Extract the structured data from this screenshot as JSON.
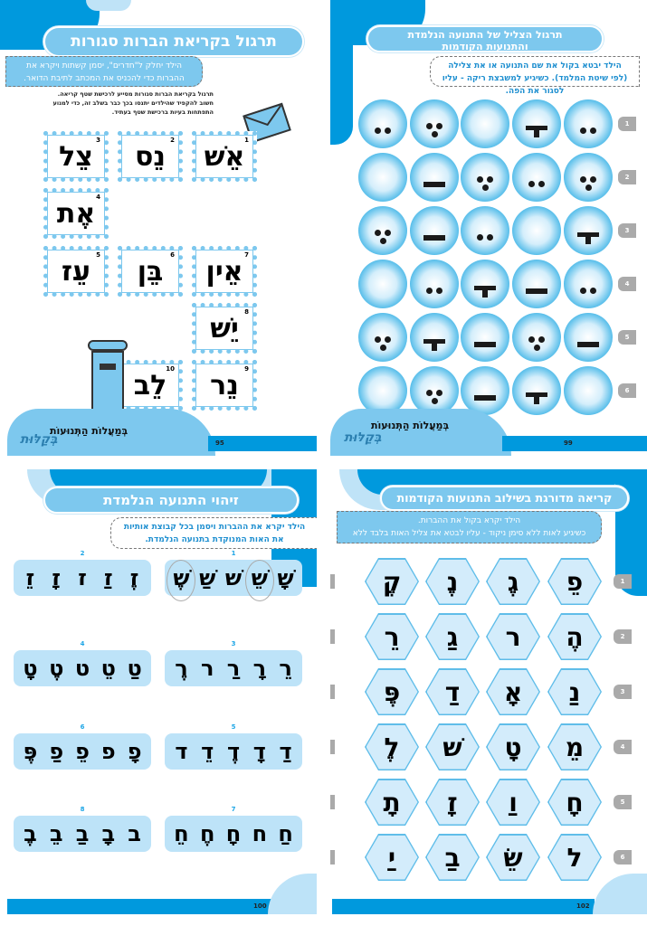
{
  "colors": {
    "accent": "#0099dd",
    "light": "#7dc8ee",
    "pale": "#bde3f8"
  },
  "page95": {
    "title": "תרגול בקריאת הברות סגורות",
    "instruction": "הילד יחלק ל\"חדרים\", יסמן קשתות ויקרא את ההברות כדי להכניס את המכתב לתיבת הדואר.",
    "note": "תרגול בקריאת הברות סגורות מסייע לרכישת שטף קריאה. חשוב להקפיד שהילדים יתנסו בכך כבר בשלב זה, כדי למנוע התפתחות בעיות ברכישת שטף בעתיד.",
    "cards": [
      {
        "num": "1",
        "word": "אֵשׁ"
      },
      {
        "num": "2",
        "word": "נֵס"
      },
      {
        "num": "3",
        "word": "צֵל"
      },
      {
        "num": "4",
        "word": "אֶת"
      },
      {
        "num": "5",
        "word": "עֵז"
      },
      {
        "num": "6",
        "word": "בֵּן"
      },
      {
        "num": "7",
        "word": "אֵין"
      },
      {
        "num": "8",
        "word": "יֵשׁ"
      },
      {
        "num": "9",
        "word": "נֵר"
      },
      {
        "num": "10",
        "word": "לֵב"
      }
    ],
    "footer_title": "בְּמַעֲלוֹת הַתְּנוּעוֹת",
    "logo_text": "בְּקַלּוּת",
    "page_number": "95"
  },
  "page99": {
    "title_line1": "תרגול הצליל של התנועה הנלמדת",
    "title_line2": "והתנועות הקודמות",
    "instruction": "הילד יבטא בקול את שם התנועה או את צלילה (לפי שיטת המלמד). כשיגיע למשבצת ריקה - עליו לסגור את הפה.",
    "rows": [
      {
        "num": "1",
        "marks": [
          "tsere",
          "segol",
          "none",
          "kamatz",
          "tsere"
        ]
      },
      {
        "num": "2",
        "marks": [
          "none",
          "patach",
          "segol",
          "tsere",
          "segol"
        ]
      },
      {
        "num": "3",
        "marks": [
          "segol",
          "patach",
          "tsere",
          "none",
          "kamatz"
        ]
      },
      {
        "num": "4",
        "marks": [
          "none",
          "tsere",
          "kamatz",
          "patach",
          "tsere"
        ]
      },
      {
        "num": "5",
        "marks": [
          "segol",
          "kamatz",
          "patach",
          "segol",
          "patach"
        ]
      },
      {
        "num": "6",
        "marks": [
          "none",
          "segol",
          "patach",
          "kamatz",
          "none"
        ]
      }
    ],
    "footer_title": "בְּמַעֲלוֹת הַתְּנוּעוֹת",
    "logo_text": "בְּקַלּוּת",
    "page_number": "99"
  },
  "page100": {
    "title": "זיהוי התנועה הנלמדת",
    "instruction": "הילד יקרא את ההברות ויסמן בכל קבוצת אותיות את האות המנוקדת בתנועה הנלמדת.",
    "strips": [
      {
        "num": "1",
        "letters": [
          "שָׁ",
          "שֵׁ",
          "שׁ",
          "שַׁ",
          "שֶׁ"
        ],
        "circled": [
          1,
          4
        ]
      },
      {
        "num": "2",
        "letters": [
          "זֶ",
          "זַ",
          "ז",
          "זָ",
          "זֵ"
        ],
        "circled": []
      },
      {
        "num": "3",
        "letters": [
          "רֵ",
          "רָ",
          "רַ",
          "ר",
          "רֶ"
        ],
        "circled": []
      },
      {
        "num": "4",
        "letters": [
          "טַ",
          "טֵ",
          "ט",
          "טֶ",
          "טָ"
        ],
        "circled": []
      },
      {
        "num": "5",
        "letters": [
          "דַ",
          "דָ",
          "דֶ",
          "דֵ",
          "ד"
        ],
        "circled": []
      },
      {
        "num": "6",
        "letters": [
          "פָ",
          "פ",
          "פֵ",
          "פַ",
          "פֶּ"
        ],
        "circled": []
      },
      {
        "num": "7",
        "letters": [
          "חַ",
          "ח",
          "חָ",
          "חֶ",
          "חֵ"
        ],
        "circled": []
      },
      {
        "num": "8",
        "letters": [
          "ב",
          "בָ",
          "בַ",
          "בֵ",
          "בֶ"
        ],
        "circled": []
      }
    ],
    "page_number": "100"
  },
  "page102": {
    "title": "קריאה מדורגת בשילוב התנועות הקודמות",
    "instruction_line1": "הילד יקרא בקול את ההברות.",
    "instruction_line2": "כשיגיע לאות ללא סימן ניקוד - עליו לבטא את צליל האות בלבד ללא תנועה.",
    "rows": [
      {
        "num": "1",
        "letters": [
          "פֵ",
          "גֶ",
          "נֶ",
          "קֶ"
        ]
      },
      {
        "num": "2",
        "letters": [
          "הֶ",
          "ר",
          "גַ",
          "רֵ"
        ]
      },
      {
        "num": "3",
        "letters": [
          "נַ",
          "אָ",
          "דַ",
          "פֶּ"
        ]
      },
      {
        "num": "4",
        "letters": [
          "מֵ",
          "טָ",
          "שׁ",
          "לֶ"
        ]
      },
      {
        "num": "5",
        "letters": [
          "חָ",
          "וַ",
          "זָ",
          "תָ"
        ]
      },
      {
        "num": "6",
        "letters": [
          "ל",
          "שֵׂ",
          "בַ",
          "יַ"
        ]
      }
    ],
    "page_number": "102"
  }
}
